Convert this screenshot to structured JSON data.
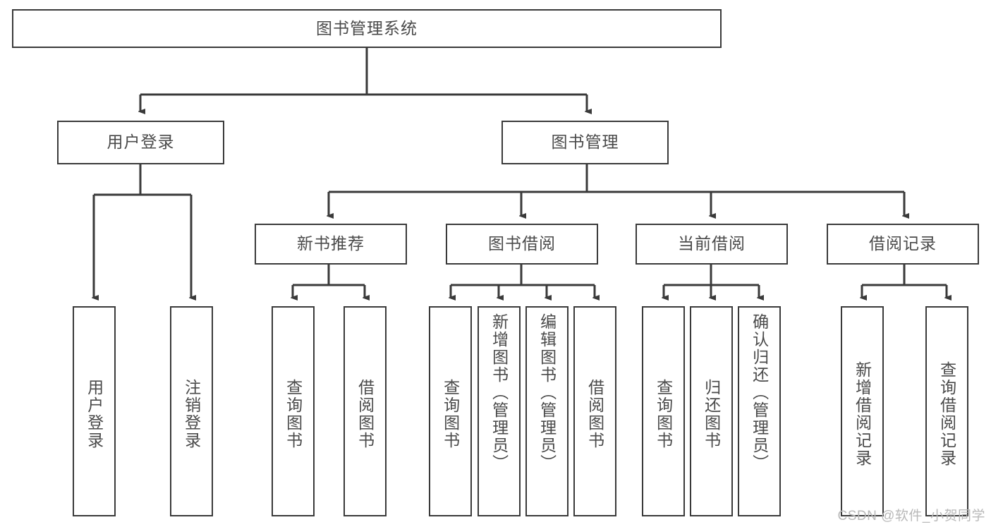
{
  "diagram": {
    "title": "图书管理系统",
    "type": "tree-hierarchy",
    "root": {
      "label": "图书管理系统"
    },
    "level2": [
      {
        "label": "用户登录"
      },
      {
        "label": "图书管理"
      }
    ],
    "level3": [
      {
        "label": "新书推荐"
      },
      {
        "label": "图书借阅"
      },
      {
        "label": "当前借阅"
      },
      {
        "label": "借阅记录"
      }
    ],
    "leaves": {
      "user_login": [
        {
          "label": "用户登录"
        },
        {
          "label": "注销登录"
        }
      ],
      "new_book_recommend": [
        {
          "label": "查询图书"
        },
        {
          "label": "借阅图书"
        }
      ],
      "book_borrow": [
        {
          "label": "查询图书"
        },
        {
          "label": "新增图书（管理员）"
        },
        {
          "label": "编辑图书（管理员）"
        },
        {
          "label": "借阅图书"
        }
      ],
      "current_borrow": [
        {
          "label": "查询图书"
        },
        {
          "label": "归还图书"
        },
        {
          "label": "确认归还（管理员）"
        }
      ],
      "borrow_records": [
        {
          "label": "新增借阅记录"
        },
        {
          "label": "查询借阅记录"
        }
      ]
    }
  },
  "watermark": {
    "text": "CSDN @软件_小贺同学"
  },
  "colors": {
    "stroke": "#3a3a3a",
    "text": "#4a4a4a",
    "background": "#ffffff",
    "watermark": "#b9b9b9"
  }
}
